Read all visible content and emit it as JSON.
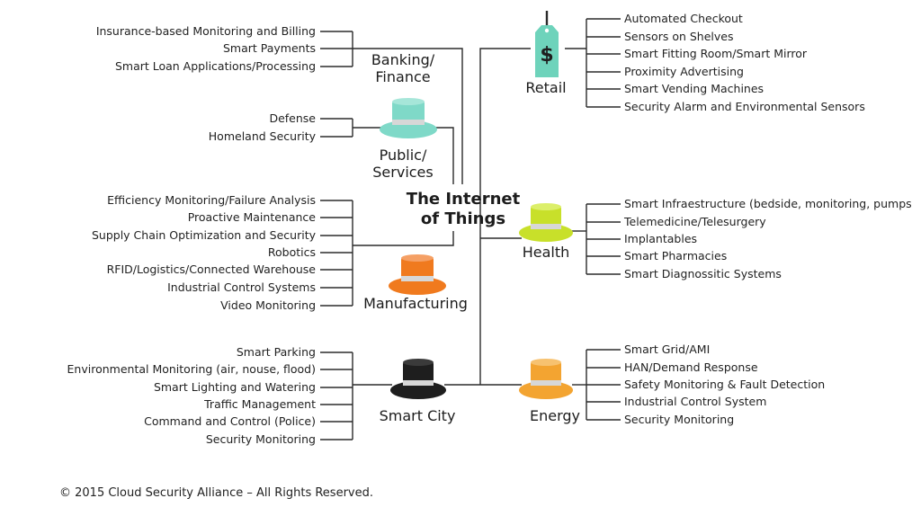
{
  "center": {
    "line1": "The Internet",
    "line2": "of Things"
  },
  "copyright": "© 2015 Cloud Security Alliance – All Rights Reserved.",
  "colors": {
    "public_hat": "#7fd9c8",
    "health_hat": "#c8e02a",
    "manufacturing_hat": "#f07a1e",
    "smartcity_hat": "#1e1e1e",
    "energy_hat": "#f3a431",
    "retail_tag": "#6ed3bb",
    "line": "#2b2b2b"
  },
  "categories": {
    "banking": {
      "label_line1": "Banking/",
      "label_line2": "Finance",
      "items": [
        "Insurance-based Monitoring and Billing",
        "Smart Payments",
        "Smart Loan Applications/Processing"
      ]
    },
    "public": {
      "label_line1": "Public/",
      "label_line2": "Services",
      "icon": "top-hat-icon",
      "items": [
        "Defense",
        "Homeland Security"
      ]
    },
    "manufacturing": {
      "label": "Manufacturing",
      "icon": "top-hat-icon",
      "items": [
        "Efficiency Monitoring/Failure Analysis",
        "Proactive Maintenance",
        "Supply Chain Optimization and Security",
        "Robotics",
        "RFID/Logistics/Connected Warehouse",
        "Industrial Control Systems",
        "Video Monitoring"
      ]
    },
    "smartcity": {
      "label": "Smart City",
      "icon": "top-hat-icon",
      "items": [
        "Smart Parking",
        "Environmental Monitoring (air, nouse, flood)",
        "Smart Lighting and Watering",
        "Traffic Management",
        "Command and Control (Police)",
        "Security Monitoring"
      ]
    },
    "retail": {
      "label": "Retail",
      "icon": "price-tag-icon",
      "tag_symbol": "$",
      "items": [
        "Automated Checkout",
        "Sensors on Shelves",
        "Smart Fitting Room/Smart Mirror",
        "Proximity Advertising",
        "Smart Vending Machines",
        "Security Alarm and Environmental Sensors"
      ]
    },
    "health": {
      "label": "Health",
      "icon": "top-hat-icon",
      "items": [
        "Smart Infraestructure (bedside, monitoring, pumps",
        "Telemedicine/Telesurgery",
        "Implantables",
        "Smart Pharmacies",
        "Smart Diagnossitic Systems"
      ]
    },
    "energy": {
      "label": "Energy",
      "icon": "top-hat-icon",
      "items": [
        "Smart Grid/AMI",
        "HAN/Demand Response",
        "Safety Monitoring & Fault Detection",
        "Industrial Control System",
        "Security Monitoring"
      ]
    }
  }
}
